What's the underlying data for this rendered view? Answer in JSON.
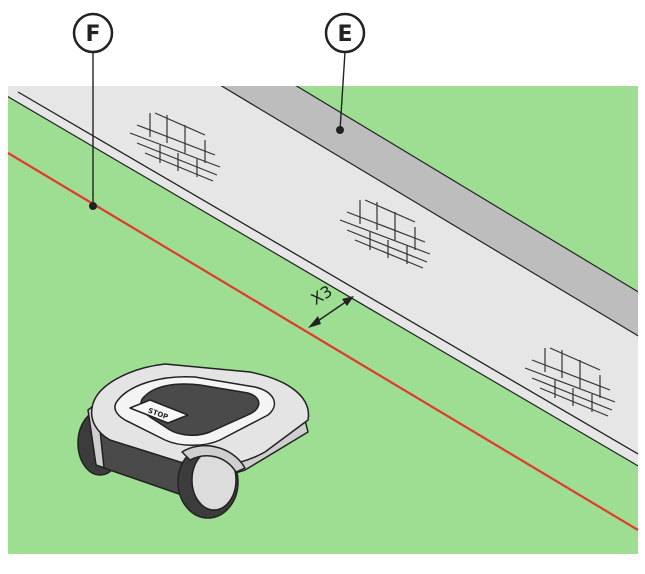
{
  "callouts": [
    {
      "id": "F",
      "label": "F"
    },
    {
      "id": "E",
      "label": "E"
    }
  ],
  "dimension": {
    "label": "X3"
  },
  "mower": {
    "button_label": "STOP"
  },
  "colors": {
    "lawn": "#9ede92",
    "path": "#e6e6e6",
    "curb": "#bdbdbd",
    "boundary_wire": "#e03b2c",
    "outline": "#222222",
    "mower_body": "#e2e2e2",
    "mower_dark": "#4a4a4a"
  }
}
